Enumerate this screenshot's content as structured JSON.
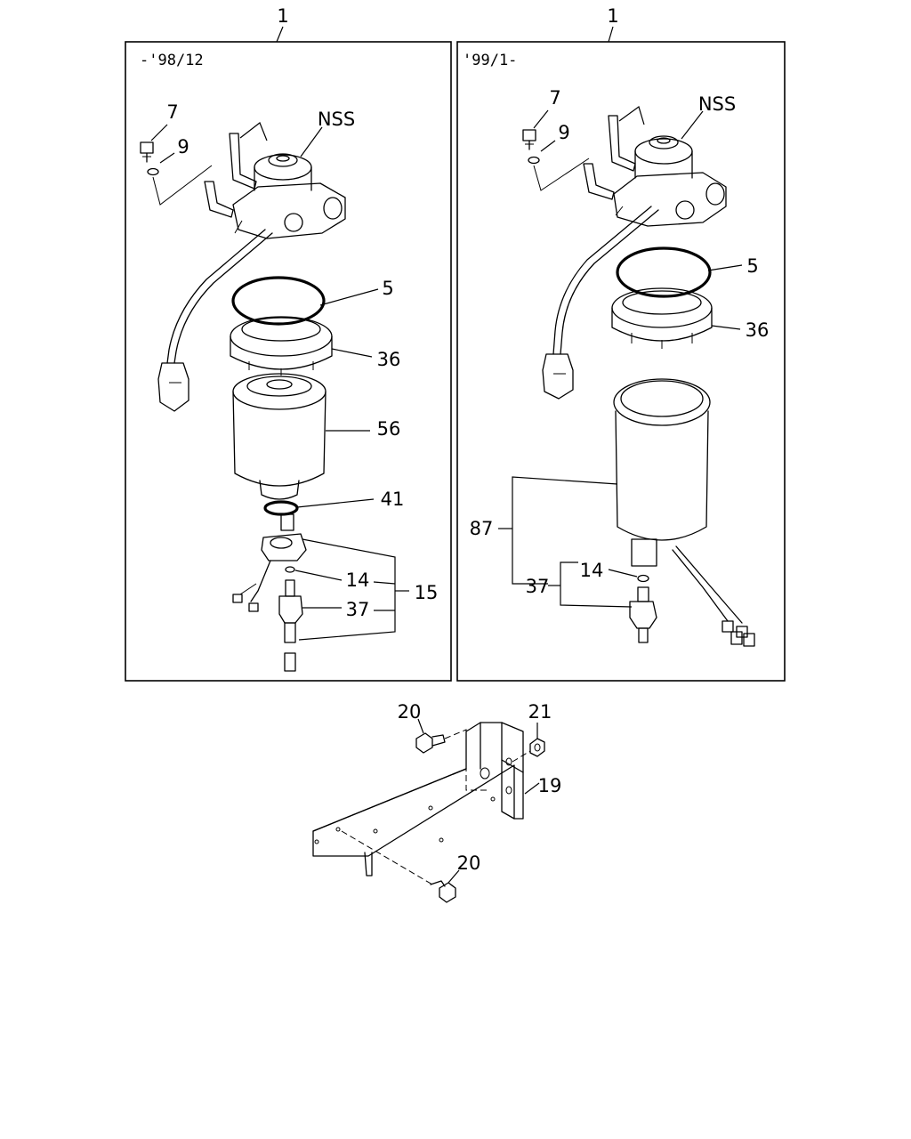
{
  "panels": {
    "left": {
      "caption": "-'98/12",
      "assembly_no": "1"
    },
    "right": {
      "caption": "'99/1-",
      "assembly_no": "1"
    }
  },
  "left_labels": {
    "bolt": "7",
    "washer": "9",
    "nss": "NSS",
    "o_ring": "5",
    "retainer": "36",
    "element": "56",
    "seal": "41",
    "small_seal": "14",
    "drain_kit": "15",
    "drain_plug": "37"
  },
  "right_labels": {
    "bolt": "7",
    "washer": "9",
    "nss": "NSS",
    "o_ring": "5",
    "retainer": "36",
    "bowl_assy": "87",
    "small_seal": "14",
    "drain_plug": "37"
  },
  "bracket_labels": {
    "bolt_top": "20",
    "nut": "21",
    "bracket": "19",
    "bolt_bottom": "20"
  }
}
